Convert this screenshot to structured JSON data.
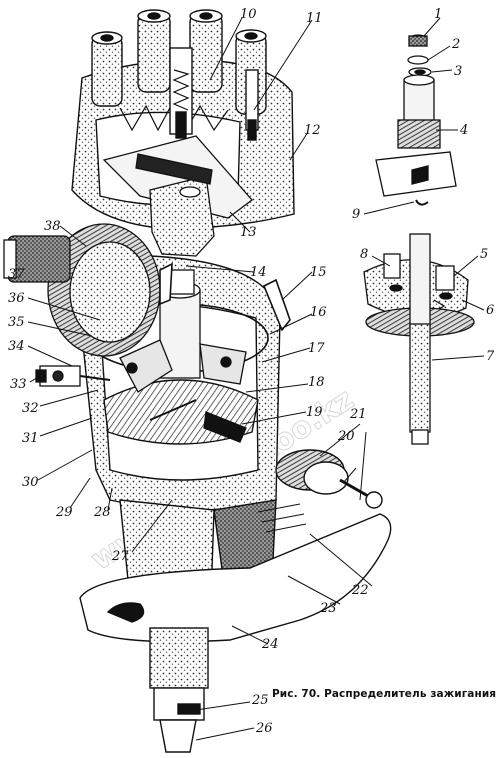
{
  "caption": "Рис. 70. Распределитель зажигания",
  "watermark": "www.avton-too.kz",
  "callouts": [
    {
      "label": "1"
    },
    {
      "label": "2"
    },
    {
      "label": "3"
    },
    {
      "label": "4"
    },
    {
      "label": "5"
    },
    {
      "label": "6"
    },
    {
      "label": "7"
    },
    {
      "label": "8"
    },
    {
      "label": "9"
    },
    {
      "label": "10"
    },
    {
      "label": "11"
    },
    {
      "label": "12"
    },
    {
      "label": "13"
    },
    {
      "label": "14"
    },
    {
      "label": "15"
    },
    {
      "label": "16"
    },
    {
      "label": "17"
    },
    {
      "label": "18"
    },
    {
      "label": "19"
    },
    {
      "label": "20"
    },
    {
      "label": "21"
    },
    {
      "label": "22"
    },
    {
      "label": "23"
    },
    {
      "label": "24"
    },
    {
      "label": "25"
    },
    {
      "label": "26"
    },
    {
      "label": "27"
    },
    {
      "label": "28"
    },
    {
      "label": "29"
    },
    {
      "label": "30"
    },
    {
      "label": "31"
    },
    {
      "label": "32"
    },
    {
      "label": "33"
    },
    {
      "label": "34"
    },
    {
      "label": "35"
    },
    {
      "label": "36"
    },
    {
      "label": "37"
    },
    {
      "label": "38"
    }
  ],
  "colors": {
    "ink": "#111111",
    "paper": "#ffffff",
    "shade": "#5a5a5a"
  }
}
